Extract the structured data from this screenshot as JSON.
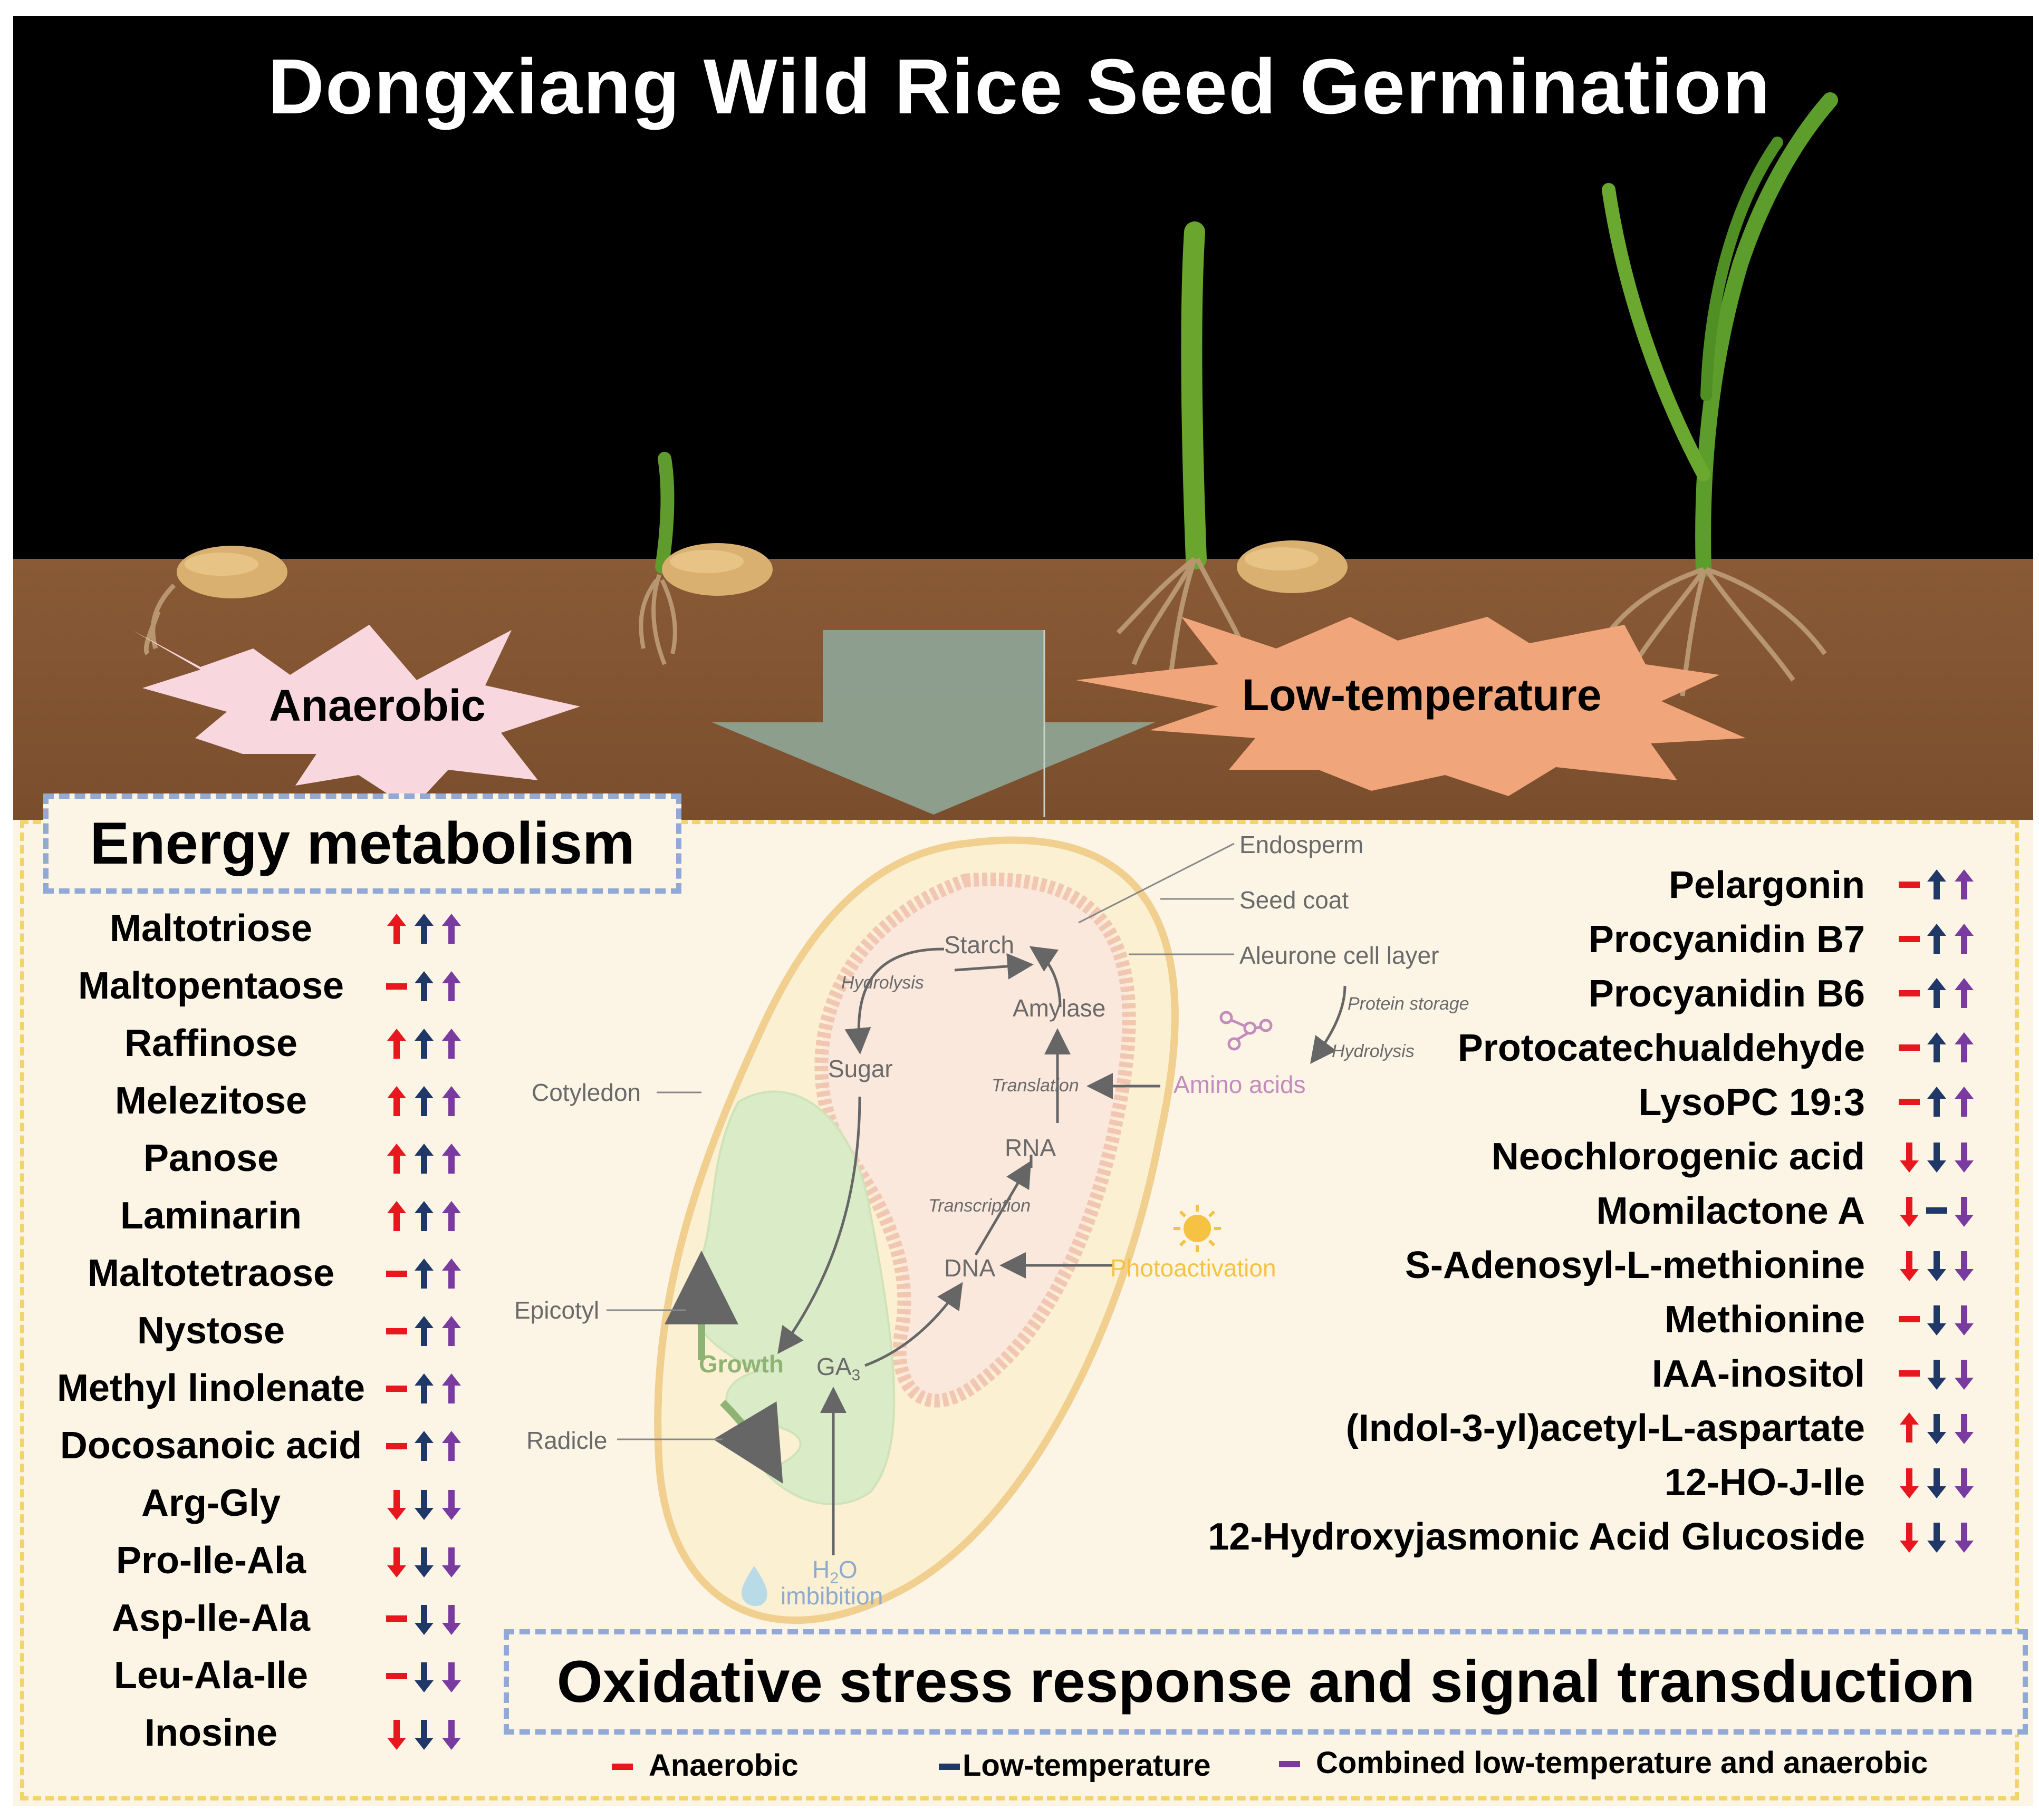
{
  "title": "Dongxiang Wild Rice Seed Germination",
  "conditions": {
    "anaerobic": "Anaerobic",
    "low_temperature": "Low-temperature"
  },
  "sections": {
    "energy_metabolism": "Energy metabolism",
    "oxidative_stress": "Oxidative stress response and signal transduction"
  },
  "arrow_legend": {
    "up": "increase",
    "down": "decrease",
    "dash": "no change",
    "order": [
      "Anaerobic",
      "Low-temperature",
      "Combined low-temperature and anaerobic"
    ]
  },
  "left_metabolites": [
    {
      "name": "Maltotriose",
      "changes": [
        "up",
        "up",
        "up"
      ]
    },
    {
      "name": "Maltopentaose",
      "changes": [
        "dash",
        "up",
        "up"
      ]
    },
    {
      "name": "Raffinose",
      "changes": [
        "up",
        "up",
        "up"
      ]
    },
    {
      "name": "Melezitose",
      "changes": [
        "up",
        "up",
        "up"
      ]
    },
    {
      "name": "Panose",
      "changes": [
        "up",
        "up",
        "up"
      ]
    },
    {
      "name": "Laminarin",
      "changes": [
        "up",
        "up",
        "up"
      ]
    },
    {
      "name": "Maltotetraose",
      "changes": [
        "dash",
        "up",
        "up"
      ]
    },
    {
      "name": "Nystose",
      "changes": [
        "dash",
        "up",
        "up"
      ]
    },
    {
      "name": "Methyl linolenate",
      "changes": [
        "dash",
        "up",
        "up"
      ]
    },
    {
      "name": "Docosanoic acid",
      "changes": [
        "dash",
        "up",
        "up"
      ]
    },
    {
      "name": "Arg-Gly",
      "changes": [
        "down",
        "down",
        "down"
      ]
    },
    {
      "name": "Pro-Ile-Ala",
      "changes": [
        "down",
        "down",
        "down"
      ]
    },
    {
      "name": "Asp-Ile-Ala",
      "changes": [
        "dash",
        "down",
        "down"
      ]
    },
    {
      "name": "Leu-Ala-Ile",
      "changes": [
        "dash",
        "down",
        "down"
      ]
    },
    {
      "name": "Inosine",
      "changes": [
        "down",
        "down",
        "down"
      ]
    }
  ],
  "right_metabolites": [
    {
      "name": "Pelargonin",
      "changes": [
        "dash",
        "up",
        "up"
      ]
    },
    {
      "name": "Procyanidin B7",
      "changes": [
        "dash",
        "up",
        "up"
      ]
    },
    {
      "name": "Procyanidin B6",
      "changes": [
        "dash",
        "up",
        "up"
      ]
    },
    {
      "name": "Protocatechualdehyde",
      "changes": [
        "dash",
        "up",
        "up"
      ]
    },
    {
      "name": "LysoPC 19:3",
      "changes": [
        "dash",
        "up",
        "up"
      ]
    },
    {
      "name": "Neochlorogenic acid",
      "changes": [
        "down",
        "down",
        "down"
      ]
    },
    {
      "name": "Momilactone A",
      "changes": [
        "down",
        "dash",
        "down"
      ]
    },
    {
      "name": "S-Adenosyl-L-methionine",
      "changes": [
        "down",
        "down",
        "down"
      ]
    },
    {
      "name": "Methionine",
      "changes": [
        "dash",
        "down",
        "down"
      ]
    },
    {
      "name": "IAA-inositol",
      "changes": [
        "dash",
        "down",
        "down"
      ]
    },
    {
      "name": "(Indol-3-yl)acetyl-L-aspartate",
      "changes": [
        "up",
        "down",
        "down"
      ]
    },
    {
      "name": "12-HO-J-Ile",
      "changes": [
        "down",
        "down",
        "down"
      ]
    },
    {
      "name": "12-Hydroxyjasmonic Acid Glucoside",
      "changes": [
        "down",
        "down",
        "down"
      ]
    }
  ],
  "seed_diagram": {
    "endosperm": "Endosperm",
    "seed_coat": "Seed coat",
    "aleurone": "Aleurone cell layer",
    "protein_storage": "Protein storage",
    "hydrolysis_right": "Hydrolysis",
    "amino_acids": "Amino acids",
    "starch": "Starch",
    "hydrolysis_left": "Hydrolysis",
    "amylase": "Amylase",
    "sugar": "Sugar",
    "translation": "Translation",
    "rna": "RNA",
    "transcription": "Transcription",
    "dna": "DNA",
    "photoactivation": "Photoactivation",
    "cotyledon": "Cotyledon",
    "epicotyl": "Epicotyl",
    "growth": "Growth",
    "ga3": "GA",
    "ga3_sub": "3",
    "radicle": "Radicle",
    "water_h": "H",
    "water_sub": "2",
    "water_o": "O",
    "imbibition": "imbibition"
  },
  "legend": [
    {
      "label": "Anaerobic",
      "color": "#e8171d"
    },
    {
      "label": "Low-temperature",
      "color": "#1f3868"
    },
    {
      "label": "Combined low-temperature and anaerobic",
      "color": "#7a3ba0"
    }
  ],
  "colors": {
    "up_down_anaerobic": "#e8171d",
    "up_down_lowtemp": "#1f3868",
    "up_down_combined": "#7a3ba0",
    "anaerobic_star": "#f8d7df",
    "lowtemp_star": "#f0a67a",
    "big_arrow": "#8fa698",
    "box_dash": "#92a9d6",
    "outer_dash": "#f2d46c"
  }
}
